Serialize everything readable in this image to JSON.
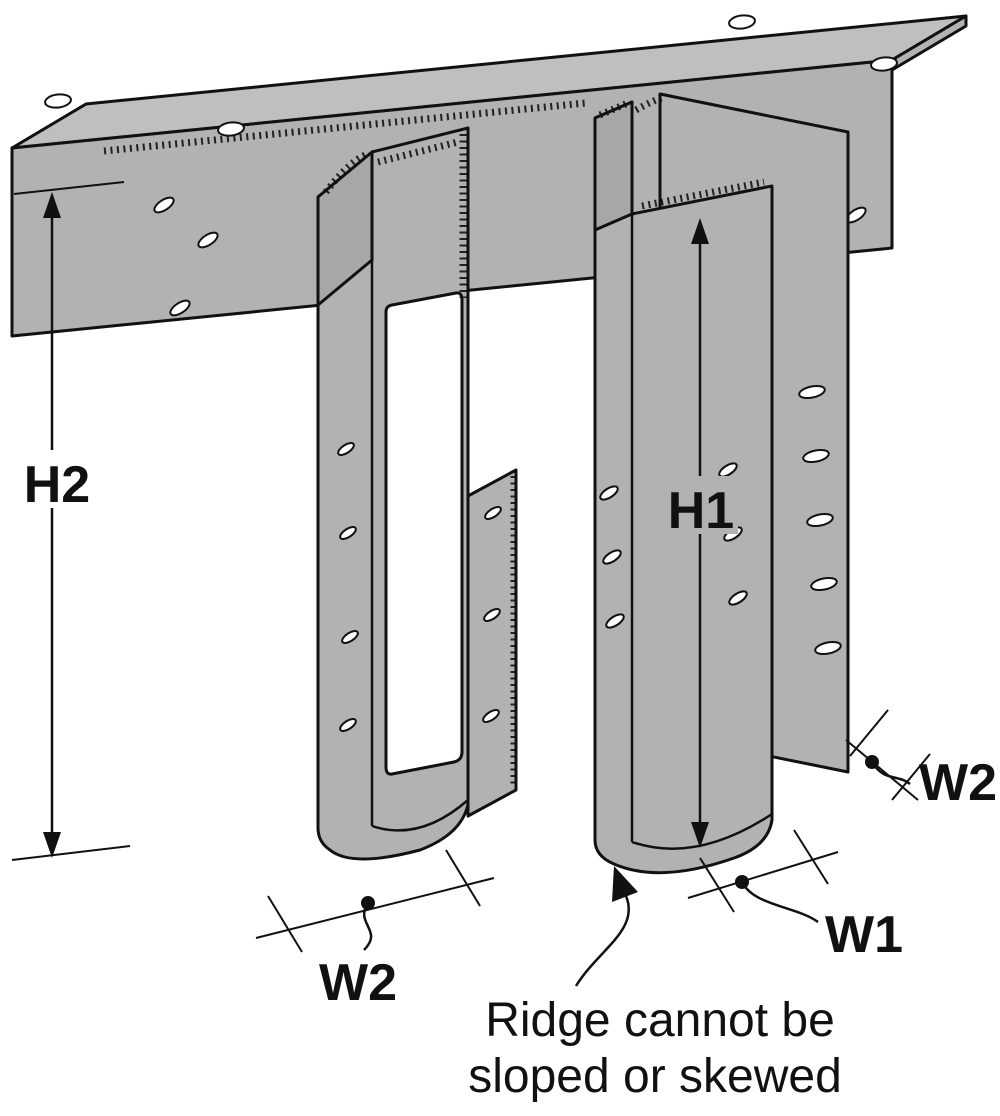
{
  "illustration": {
    "labels": {
      "h1": "H1",
      "h2": "H2",
      "w1": "W1",
      "w2_bottom": "W2",
      "w2_right": "W2"
    },
    "callout": {
      "line1": "Ridge cannot be",
      "line2": "sloped or skewed"
    },
    "colors": {
      "steel": "#b2b2b2",
      "steel_top": "#bfbfbf",
      "steel_dark": "#a7a7a7",
      "outline": "#111111",
      "background": "#ffffff"
    }
  }
}
